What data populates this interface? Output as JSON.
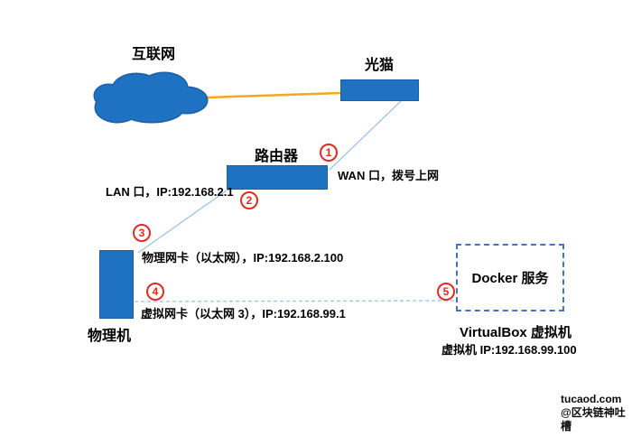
{
  "diagram": {
    "nodes": {
      "internet": {
        "label": "互联网"
      },
      "modem": {
        "label": "光猫"
      },
      "router": {
        "label": "路由器"
      },
      "physical_machine": {
        "label": "物理机"
      },
      "docker": {
        "label": "Docker 服务"
      },
      "virtualbox": {
        "label": "VirtualBox 虚拟机",
        "ip_label": "虚拟机 IP:192.168.99.100"
      }
    },
    "port_labels": {
      "wan": "WAN 口，拨号上网",
      "lan": "LAN 口，IP:192.168.2.1",
      "physical_nic": "物理网卡（以太网），IP:192.168.2.100",
      "virtual_nic": "虚拟网卡（以太网 3），IP:192.168.99.1"
    },
    "steps": [
      "1",
      "2",
      "3",
      "4",
      "5"
    ],
    "colors": {
      "shape_fill": "#1f72c2",
      "shape_border": "#1a5fa8",
      "connector_blue": "#9dc3e6",
      "connector_orange": "#f5a623",
      "marker_red": "#e02b20",
      "docker_border": "#4472c4",
      "text": "#000000",
      "background": "#ffffff"
    }
  },
  "watermark": {
    "line1": "tucaod.com",
    "line2": "@区块链神吐槽"
  }
}
